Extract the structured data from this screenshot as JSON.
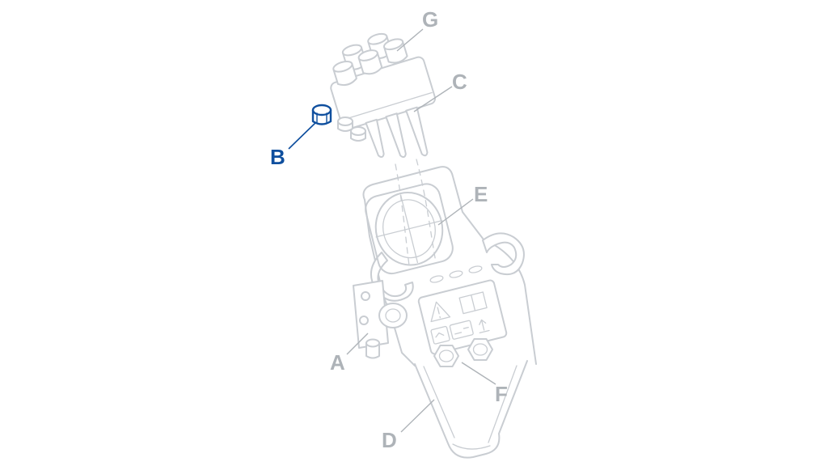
{
  "diagram": {
    "colors": {
      "background": "#ffffff",
      "line": "#c9cdd2",
      "label": "#aeb3b8",
      "highlight": "#0f4f9e"
    },
    "labels": {
      "A": "A",
      "B": "B",
      "C": "C",
      "D": "D",
      "E": "E",
      "F": "F",
      "G": "G"
    },
    "highlighted_part": "B"
  }
}
